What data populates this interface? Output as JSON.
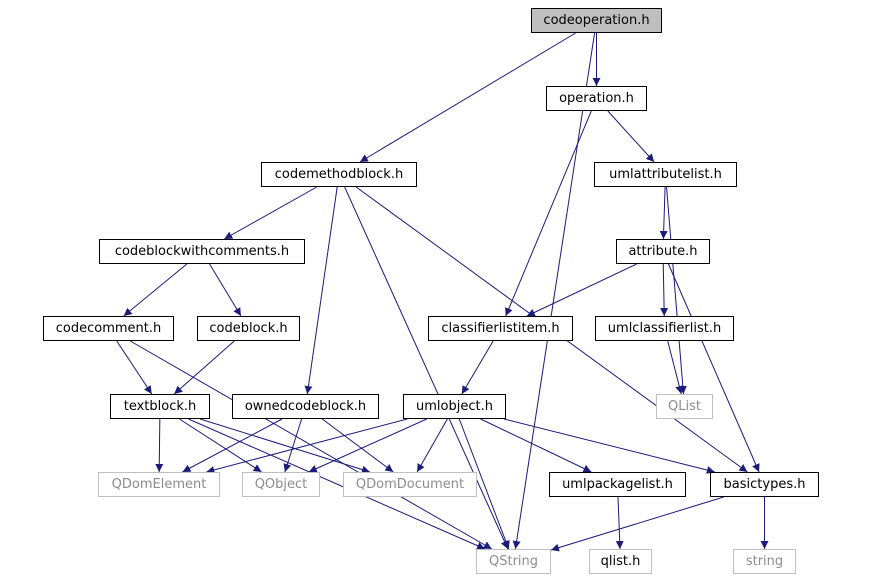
{
  "diagram": {
    "nodes": [
      {
        "id": "codeoperation",
        "label": "codeoperation.h",
        "kind": "root"
      },
      {
        "id": "operation",
        "label": "operation.h",
        "kind": "local"
      },
      {
        "id": "codemethodblock",
        "label": "codemethodblock.h",
        "kind": "local"
      },
      {
        "id": "umlattributelist",
        "label": "umlattributelist.h",
        "kind": "local"
      },
      {
        "id": "codeblockwithcomments",
        "label": "codeblockwithcomments.h",
        "kind": "local"
      },
      {
        "id": "attribute",
        "label": "attribute.h",
        "kind": "local"
      },
      {
        "id": "codecomment",
        "label": "codecomment.h",
        "kind": "local"
      },
      {
        "id": "codeblock",
        "label": "codeblock.h",
        "kind": "local"
      },
      {
        "id": "classifierlistitem",
        "label": "classifierlistitem.h",
        "kind": "local"
      },
      {
        "id": "umlclassifierlist",
        "label": "umlclassifierlist.h",
        "kind": "local"
      },
      {
        "id": "textblock",
        "label": "textblock.h",
        "kind": "local"
      },
      {
        "id": "ownedcodeblock",
        "label": "ownedcodeblock.h",
        "kind": "local"
      },
      {
        "id": "umlobject",
        "label": "umlobject.h",
        "kind": "local"
      },
      {
        "id": "qlist_cap",
        "label": "QList",
        "kind": "external"
      },
      {
        "id": "qdomelement",
        "label": "QDomElement",
        "kind": "external"
      },
      {
        "id": "qobject",
        "label": "QObject",
        "kind": "external"
      },
      {
        "id": "qdomdocument",
        "label": "QDomDocument",
        "kind": "external"
      },
      {
        "id": "umlpackagelist",
        "label": "umlpackagelist.h",
        "kind": "local"
      },
      {
        "id": "basictypes",
        "label": "basictypes.h",
        "kind": "local"
      },
      {
        "id": "qstring",
        "label": "QString",
        "kind": "external"
      },
      {
        "id": "qlist_h",
        "label": "qlist.h",
        "kind": "local_gray"
      },
      {
        "id": "string",
        "label": "string",
        "kind": "external"
      }
    ],
    "edges": [
      [
        "codeoperation",
        "operation"
      ],
      [
        "codeoperation",
        "codemethodblock"
      ],
      [
        "codeoperation",
        "qstring"
      ],
      [
        "operation",
        "umlattributelist"
      ],
      [
        "operation",
        "classifierlistitem"
      ],
      [
        "codemethodblock",
        "codeblockwithcomments"
      ],
      [
        "codemethodblock",
        "ownedcodeblock"
      ],
      [
        "codemethodblock",
        "basictypes"
      ],
      [
        "codemethodblock",
        "qstring"
      ],
      [
        "umlattributelist",
        "attribute"
      ],
      [
        "umlattributelist",
        "qlist_cap"
      ],
      [
        "codeblockwithcomments",
        "codecomment"
      ],
      [
        "codeblockwithcomments",
        "codeblock"
      ],
      [
        "attribute",
        "classifierlistitem"
      ],
      [
        "attribute",
        "umlclassifierlist"
      ],
      [
        "attribute",
        "basictypes"
      ],
      [
        "codecomment",
        "textblock"
      ],
      [
        "codecomment",
        "qstring"
      ],
      [
        "codeblock",
        "textblock"
      ],
      [
        "classifierlistitem",
        "umlobject"
      ],
      [
        "umlclassifierlist",
        "qlist_cap"
      ],
      [
        "textblock",
        "qdomelement"
      ],
      [
        "textblock",
        "qobject"
      ],
      [
        "textblock",
        "qdomdocument"
      ],
      [
        "textblock",
        "qstring"
      ],
      [
        "ownedcodeblock",
        "qdomelement"
      ],
      [
        "ownedcodeblock",
        "qobject"
      ],
      [
        "ownedcodeblock",
        "qdomdocument"
      ],
      [
        "umlobject",
        "qdomelement"
      ],
      [
        "umlobject",
        "qobject"
      ],
      [
        "umlobject",
        "qdomdocument"
      ],
      [
        "umlobject",
        "umlpackagelist"
      ],
      [
        "umlobject",
        "basictypes"
      ],
      [
        "umlobject",
        "qstring"
      ],
      [
        "umlpackagelist",
        "qlist_h"
      ],
      [
        "basictypes",
        "qstring"
      ],
      [
        "basictypes",
        "string"
      ]
    ],
    "colors": {
      "edge": "#1b1b7a",
      "root_fill": "#bfbfbf",
      "external_border": "#bfbfbf",
      "external_text": "#8c8c8c"
    }
  }
}
